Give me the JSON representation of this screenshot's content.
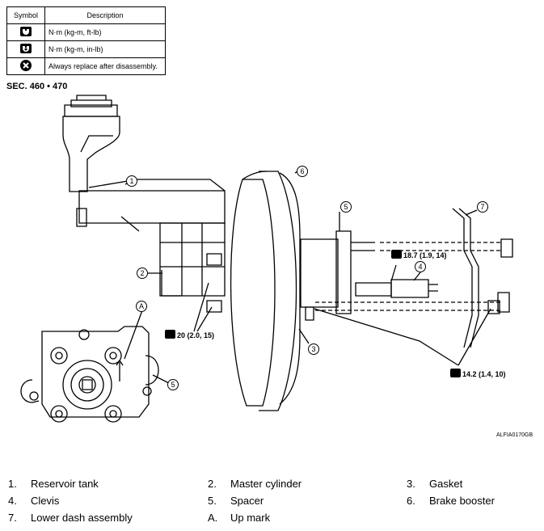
{
  "legend": {
    "header": {
      "symbol": "Symbol",
      "description": "Description"
    },
    "rows": [
      {
        "icon": "torque-wrench-icon",
        "description": "N·m (kg-m, ft-lb)"
      },
      {
        "icon": "torque-wrench-inlb-icon",
        "description": "N·m (kg-m, in-lb)"
      },
      {
        "icon": "replace-x-icon",
        "description": "Always replace after disassembly."
      }
    ]
  },
  "section": "SEC. 460 • 470",
  "callouts": [
    "1",
    "2",
    "3",
    "4",
    "5",
    "5",
    "6",
    "7",
    "A"
  ],
  "torque": {
    "t1": "20 (2.0, 15)",
    "t2": "18.7 (1.9, 14)",
    "t3": "14.2 (1.4, 10)"
  },
  "figure_code": "ALFIA0170GB",
  "parts": [
    {
      "num": "1.",
      "name": "Reservoir tank"
    },
    {
      "num": "2.",
      "name": "Master cylinder"
    },
    {
      "num": "3.",
      "name": "Gasket"
    },
    {
      "num": "4.",
      "name": "Clevis"
    },
    {
      "num": "5.",
      "name": "Spacer"
    },
    {
      "num": "6.",
      "name": "Brake booster"
    },
    {
      "num": "7.",
      "name": "Lower dash assembly"
    },
    {
      "num": "A.",
      "name": "Up mark"
    }
  ]
}
